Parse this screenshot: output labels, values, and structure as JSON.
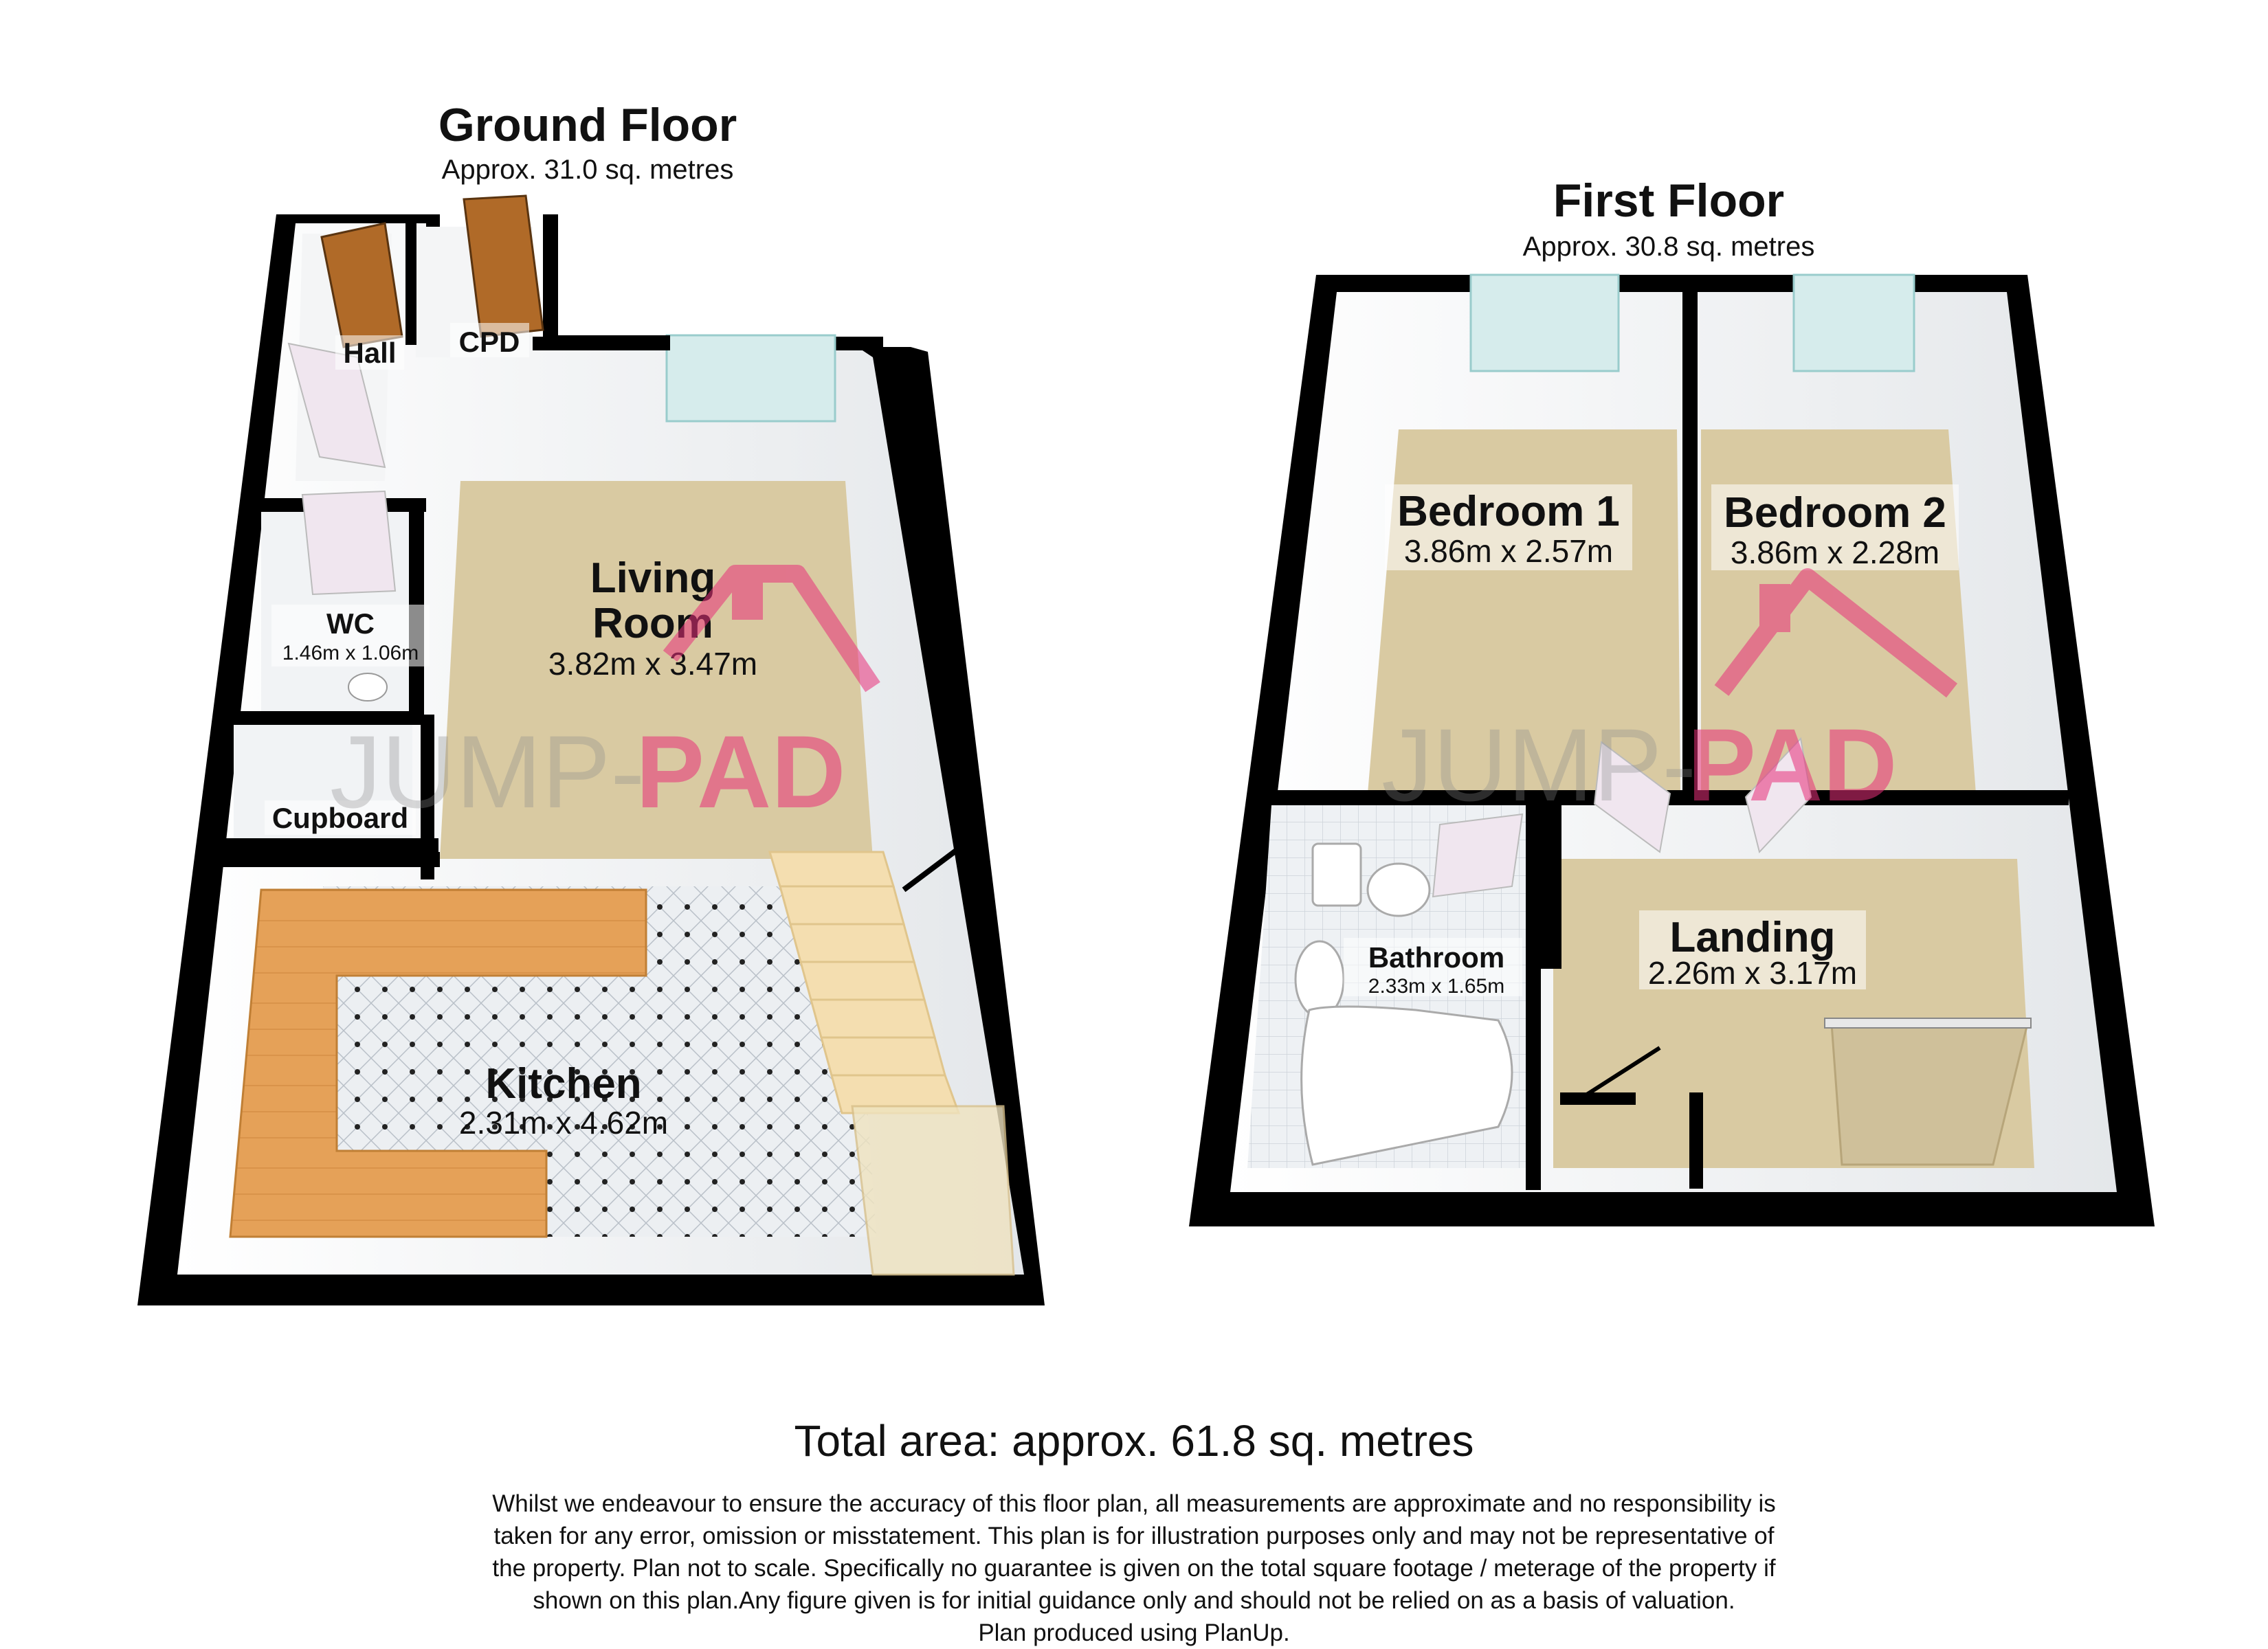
{
  "ground_floor": {
    "title": "Ground Floor",
    "area": "Approx. 31.0 sq. metres",
    "rooms": {
      "hall": {
        "name": "Hall"
      },
      "cpd": {
        "name": "CPD"
      },
      "living_room": {
        "name_line1": "Living",
        "name_line2": "Room",
        "dims": "3.82m x 3.47m"
      },
      "wc": {
        "name": "WC",
        "dims": "1.46m x 1.06m"
      },
      "cupboard": {
        "name": "Cupboard"
      },
      "kitchen": {
        "name": "Kitchen",
        "dims": "2.31m x 4.62m"
      }
    }
  },
  "first_floor": {
    "title": "First Floor",
    "area": "Approx. 30.8 sq. metres",
    "rooms": {
      "bedroom1": {
        "name": "Bedroom 1",
        "dims": "3.86m x 2.57m"
      },
      "bedroom2": {
        "name": "Bedroom 2",
        "dims": "3.86m x 2.28m"
      },
      "bathroom": {
        "name": "Bathroom",
        "dims": "2.33m x 1.65m"
      },
      "landing": {
        "name": "Landing",
        "dims": "2.26m x 3.17m"
      }
    }
  },
  "watermark": {
    "text_part1": "JUMP-",
    "text_part2": "PAD"
  },
  "total_area": "Total area: approx. 61.8 sq. metres",
  "disclaimer": [
    "Whilst we endeavour to ensure the accuracy of this floor plan, all measurements are approximate and no responsibility is",
    "taken for any error, omission or misstatement. This plan is for illustration purposes only and may not be representative of",
    "the property. Plan not to scale. Specifically no guarantee is given on the total square footage / meterage of the property if",
    "shown on this plan.Any figure given is for initial guidance only and should not be relied on as a basis of valuation.",
    "Plan produced using PlanUp."
  ],
  "colors": {
    "wall": "#000000",
    "carpet": "#d8c9a0",
    "worktop": "#e8a050",
    "tile": "#e9ecef",
    "watermark_pink": "#e8307a",
    "watermark_grey": "#8a8a8a"
  }
}
